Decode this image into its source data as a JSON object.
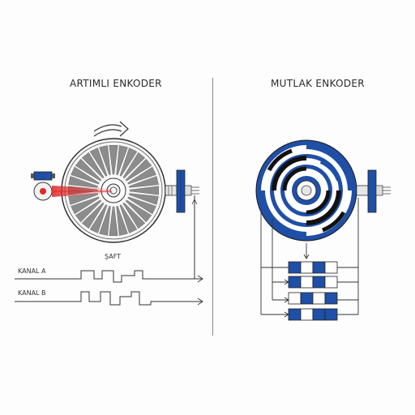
{
  "left_panel": {
    "title": "ARTIMLI ENKODER",
    "shaft_label": "ŞAFT",
    "channel_a_label": "KANAL A",
    "channel_b_label": "KANAL B"
  },
  "right_panel": {
    "title": "MUTLAK ENKODER"
  },
  "colors": {
    "line": "#2b2b2b",
    "blue": "#1f4fa6",
    "laser": "#e02a2a",
    "slot": "#8c8c8c"
  }
}
